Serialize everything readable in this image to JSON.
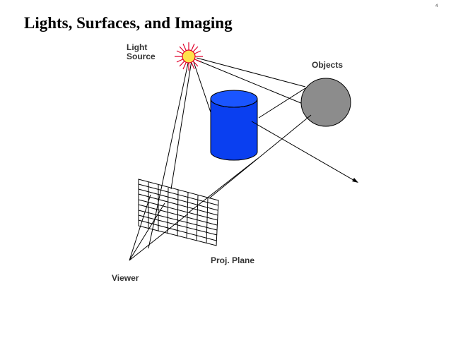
{
  "page_number": "4",
  "title": "Lights, Surfaces, and Imaging",
  "labels": {
    "light_line1": "Light",
    "light_line2": "Source",
    "objects": "Objects",
    "proj_plane": "Proj. Plane",
    "viewer": "Viewer"
  },
  "colors": {
    "cylinder": "#0a3ff0",
    "sphere": "#8c8c8c",
    "light_fill": "#ffe24a",
    "light_rays": "#e0002a",
    "lines": "#000000"
  },
  "icons": {
    "light": "light-source-icon",
    "cylinder": "cylinder-object",
    "sphere": "sphere-object"
  }
}
